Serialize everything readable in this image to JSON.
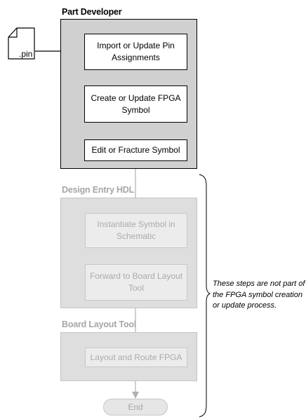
{
  "sections": {
    "part_developer": {
      "title": "Part Developer",
      "steps": [
        "Import or Update Pin Assignments",
        "Create or Update FPGA Symbol",
        "Edit or Fracture Symbol"
      ]
    },
    "design_entry": {
      "title": "Design Entry HDL",
      "steps": [
        "Instantiate Symbol in Schematic",
        "Forward to Board Layout Tool"
      ]
    },
    "board_layout": {
      "title": "Board Layout Tool",
      "steps": [
        "Layout and Route FPGA"
      ]
    }
  },
  "input_file": {
    "label": ".pin"
  },
  "terminal": {
    "label": "End"
  },
  "note": {
    "text": "These steps are not part of the FPGA symbol creation or update process."
  },
  "colors": {
    "active_panel": "#d0d0d0",
    "muted_panel": "#dedede",
    "muted_text": "#a6a6a6",
    "muted_arrow": "#b0b0b0",
    "line": "#000000"
  }
}
